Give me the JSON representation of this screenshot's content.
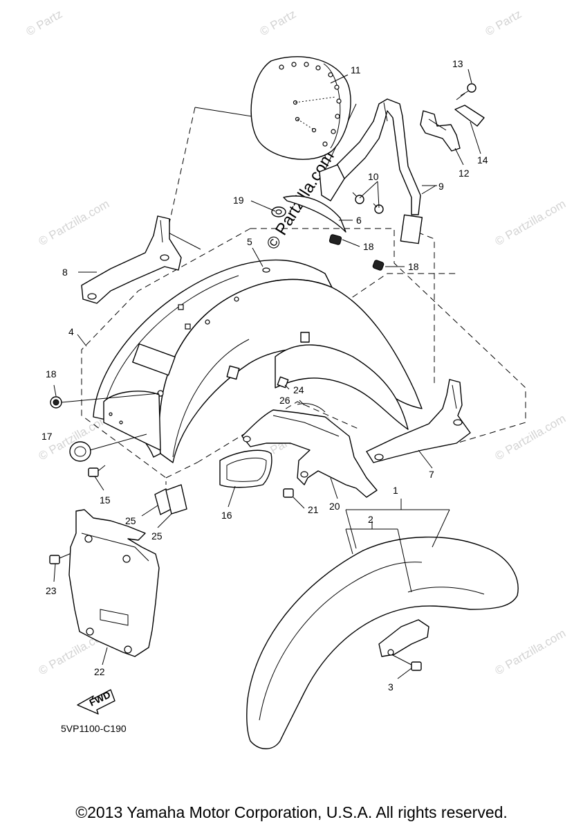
{
  "watermark": {
    "text": "© Partzilla.com",
    "short_text": "© Partz",
    "center_text": "© Partzilla.com"
  },
  "callouts": {
    "c1": "1",
    "c2": "2",
    "c3": "3",
    "c4": "4",
    "c5": "5",
    "c6": "6",
    "c7": "7",
    "c8": "8",
    "c9": "9",
    "c10": "10",
    "c11": "11",
    "c12": "12",
    "c13": "13",
    "c14": "14",
    "c15": "15",
    "c16": "16",
    "c17": "17",
    "c18a": "18",
    "c18b": "18",
    "c18c": "18",
    "c19": "19",
    "c20": "20",
    "c21": "21",
    "c22": "22",
    "c23": "23",
    "c24": "24",
    "c25a": "25",
    "c25b": "25",
    "c26": "26"
  },
  "fwd_label": "FWD",
  "diagram_code": "5VP1100-C190",
  "copyright": "©2013 Yamaha Motor Corporation, U.S.A. All rights reserved."
}
